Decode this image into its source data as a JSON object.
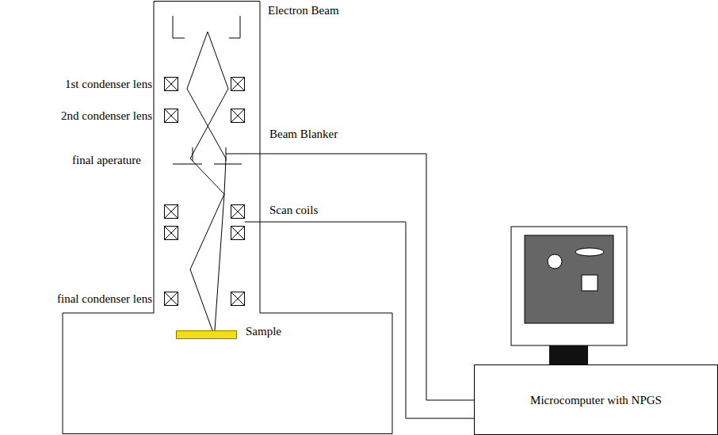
{
  "diagram": {
    "nodes": [
      {
        "text": [
          "Sample"
        ]
      },
      {
        "text": [
          "Microcomputer with NPGS"
        ]
      }
    ],
    "labels": [
      "Electron Beam",
      "1st condenser lens",
      "2nd condenser lens",
      "Beam Blanker",
      "final aperature",
      "Scan coils",
      "final condenser lens"
    ]
  }
}
